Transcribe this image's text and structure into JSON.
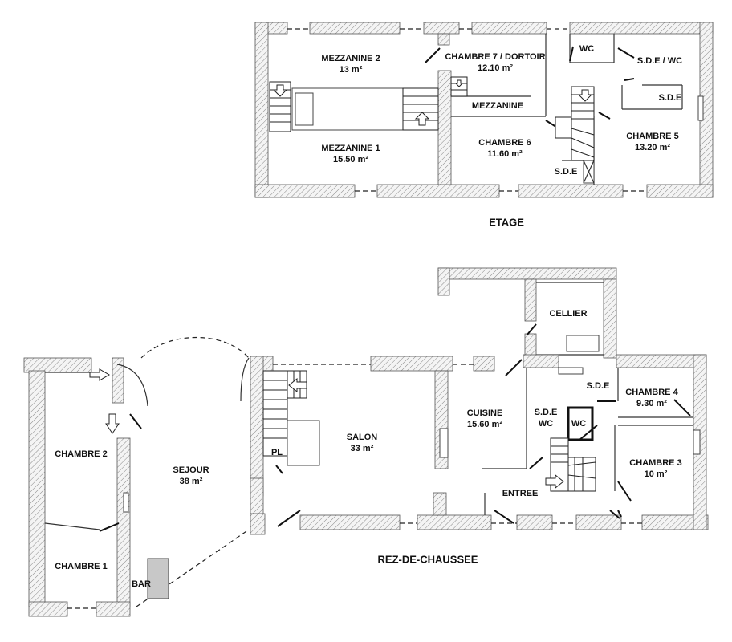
{
  "floors": {
    "etage": "ETAGE",
    "rdc": "REZ-DE-CHAUSSEE"
  },
  "rooms_etage": {
    "mezzanine2": {
      "name": "MEZZANINE 2",
      "area": "13 m²"
    },
    "mezzanine1": {
      "name": "MEZZANINE 1",
      "area": "15.50 m²"
    },
    "chambre7": {
      "name": "CHAMBRE 7 / DORTOIR",
      "area": "12.10 m²"
    },
    "mezzanine": {
      "name": "MEZZANINE"
    },
    "chambre6": {
      "name": "CHAMBRE 6",
      "area": "11.60 m²"
    },
    "sde_small": {
      "name": "S.D.E"
    },
    "wc": {
      "name": "WC"
    },
    "sde_wc": {
      "name": "S.D.E / WC"
    },
    "sde_right": {
      "name": "S.D.E"
    },
    "chambre5": {
      "name": "CHAMBRE 5",
      "area": "13.20 m²"
    }
  },
  "rooms_rdc": {
    "chambre2": {
      "name": "CHAMBRE 2"
    },
    "chambre1": {
      "name": "CHAMBRE 1"
    },
    "bar": {
      "name": "BAR"
    },
    "sejour": {
      "name": "SEJOUR",
      "area": "38 m²"
    },
    "pl": {
      "name": "PL"
    },
    "salon": {
      "name": "SALON",
      "area": "33 m²"
    },
    "cuisine": {
      "name": "CUISINE",
      "area": "15.60 m²"
    },
    "cellier": {
      "name": "CELLIER"
    },
    "sde_wc": {
      "name": "S.D.E\nWC"
    },
    "wc": {
      "name": "WC"
    },
    "sde": {
      "name": "S.D.E"
    },
    "entree": {
      "name": "ENTREE"
    },
    "chambre4": {
      "name": "CHAMBRE 4",
      "area": "9.30 m²"
    },
    "chambre3": {
      "name": "CHAMBRE 3",
      "area": "10 m²"
    }
  }
}
